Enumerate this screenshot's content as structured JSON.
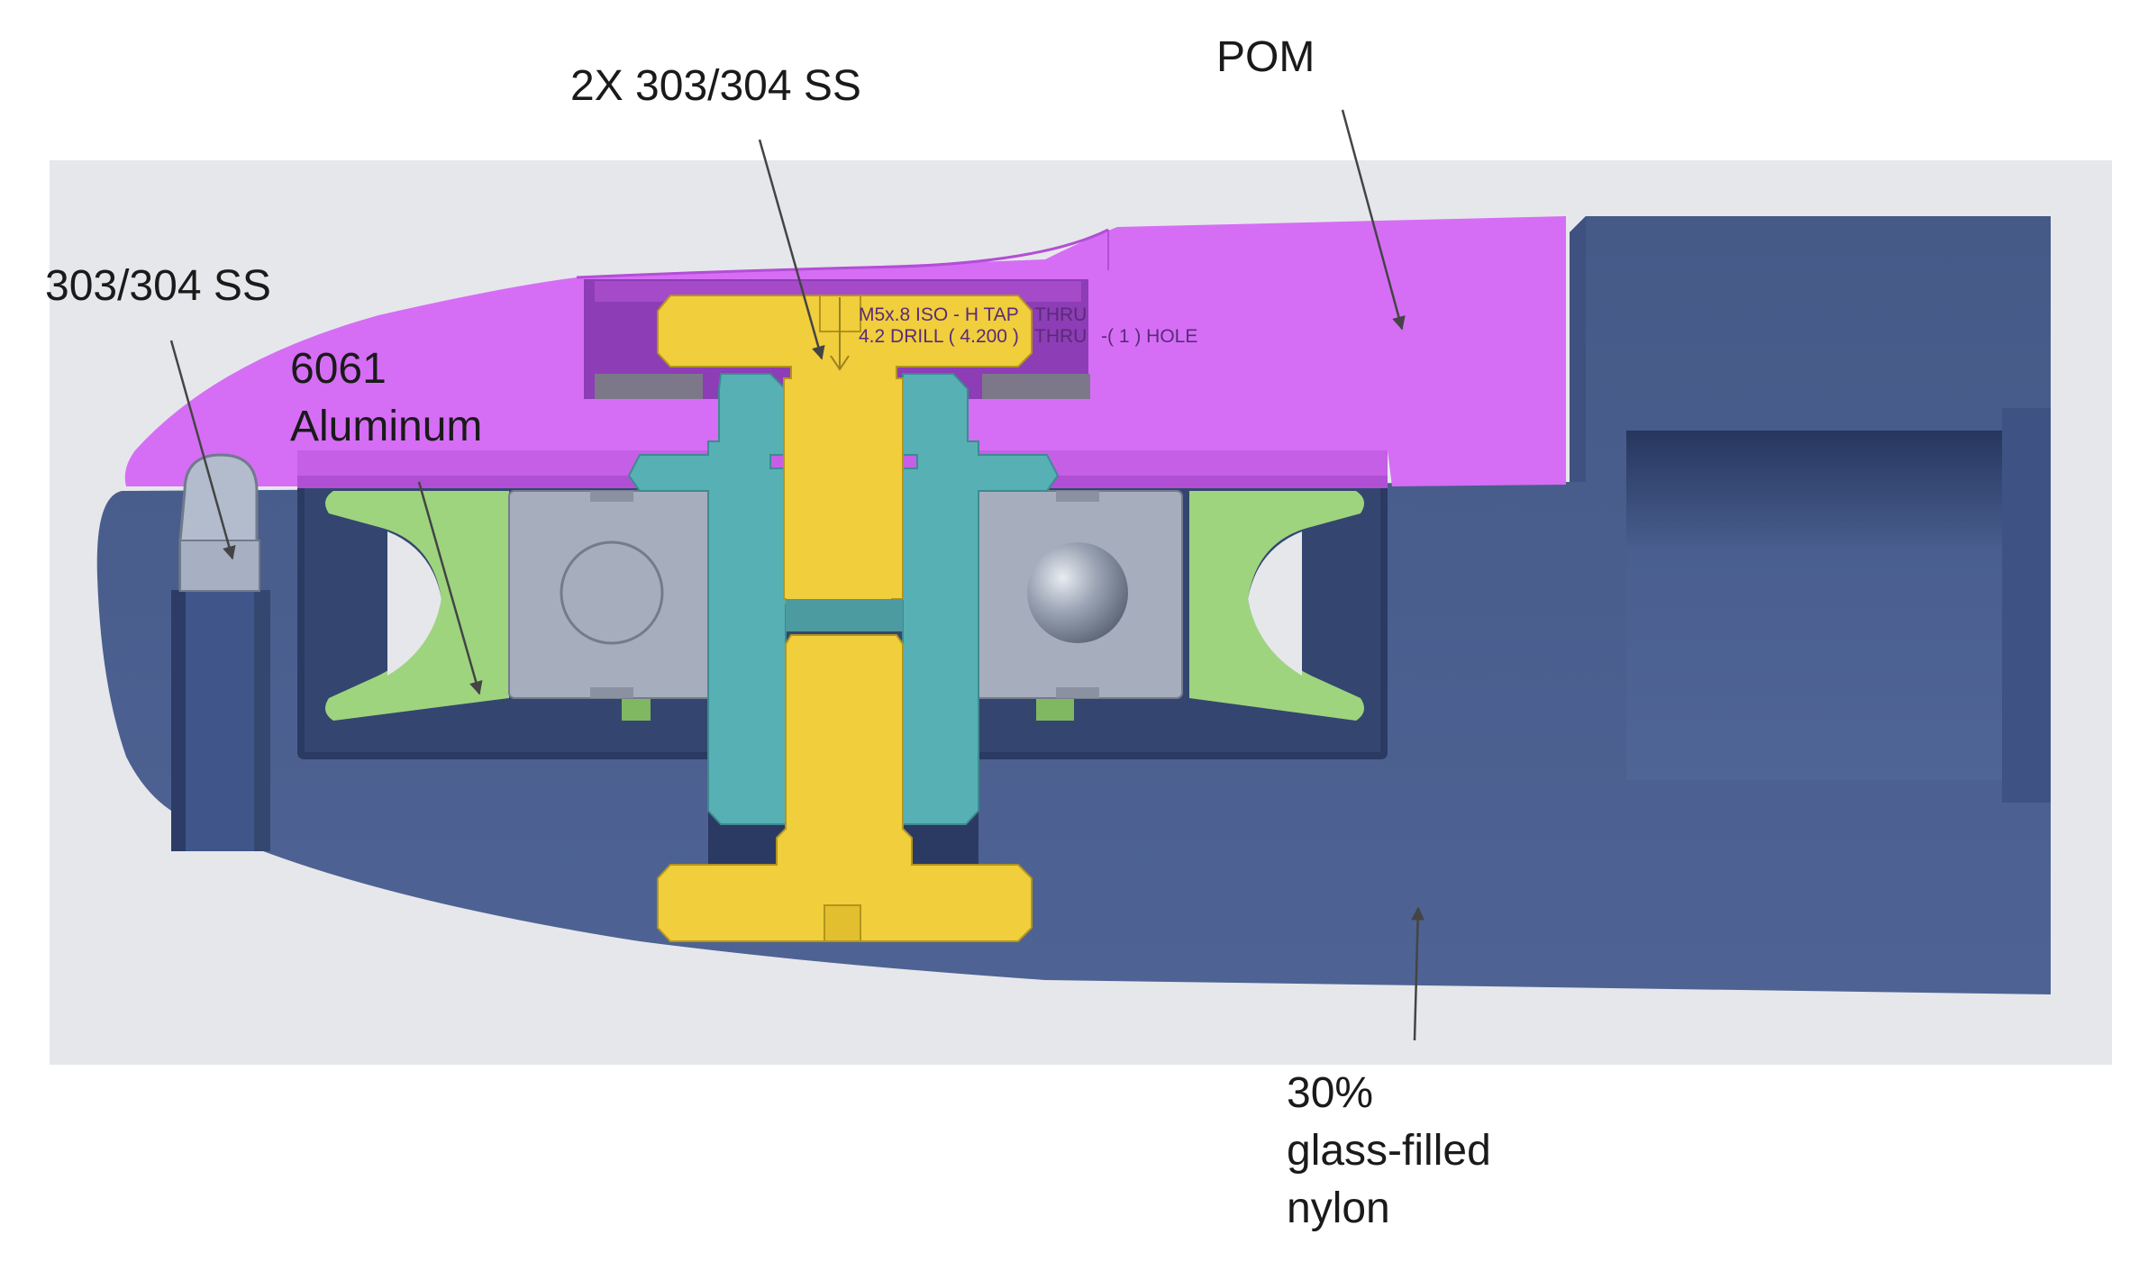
{
  "labels": {
    "pin_material": "2X 303/304 SS",
    "cover_material": "POM",
    "latch_material": "303/304 SS",
    "pulley_material_line1": "6061",
    "pulley_material_line2": "Aluminum",
    "body_material_line1": "30%",
    "body_material_line2": "glass-filled",
    "body_material_line3": "nylon"
  },
  "drawing_notes": {
    "tap_note": "M5x.8 ISO - H TAP",
    "tap_thru": "THRU",
    "drill_note": "4.2 DRILL ( 4.200 )",
    "drill_thru": "THRU",
    "hole_count": "-( 1 ) HOLE"
  },
  "colors": {
    "background_panel": "#e6e7eb",
    "nylon_body": "#4d6290",
    "nylon_dark": "#33456f",
    "pom_cover": "#d56ef5",
    "steel_pin": "#f0ce3c",
    "bushing": "#57b0b4",
    "aluminum_pulley": "#9ed47e",
    "bearing": "#a6aebe",
    "latch_steel": "#a6b0c2",
    "leader": "#444444"
  }
}
